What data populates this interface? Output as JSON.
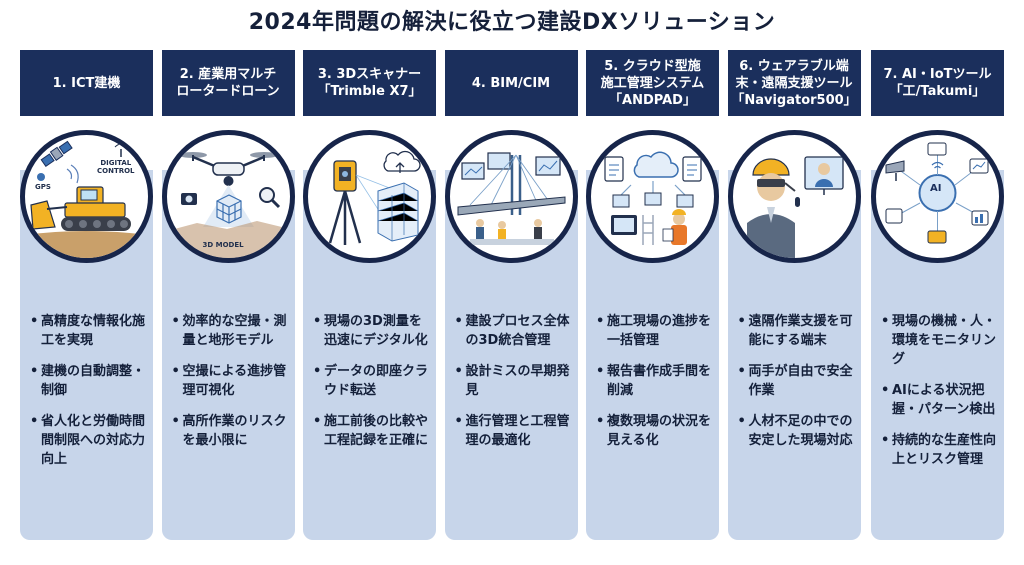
{
  "title": "2024年問題の解決に役立つ建設DXソリューション",
  "columns": [
    {
      "header": "1. ICT建機",
      "icon": "bulldozer-gps-icon",
      "illus_labels": [
        "GPS",
        "DIGITAL\nCONTROL"
      ],
      "bullets": [
        "高精度な情報化施工を実現",
        "建機の自動調整・制御",
        "省人化と労働時間間制限への対応力向上"
      ]
    },
    {
      "header": "2. 産業用マルチ\nロータードローン",
      "icon": "drone-icon",
      "illus_labels": [
        "3D MODEL"
      ],
      "bullets": [
        "効率的な空撮・測量と地形モデル",
        "空撮による進捗管理可視化",
        "高所作業のリスクを最小限に"
      ]
    },
    {
      "header": "3. 3Dスキャナー\n「Trimble X7」",
      "icon": "3d-scanner-icon",
      "illus_labels": [],
      "bullets": [
        "現場の3D測量を迅速にデジタル化",
        "データの即座クラウド転送",
        "施工前後の比較や工程記録を正確に"
      ]
    },
    {
      "header": "4. BIM/CIM",
      "icon": "bim-bridge-icon",
      "illus_labels": [],
      "bullets": [
        "建設プロセス全体の3D統合管理",
        "設計ミスの早期発見",
        "進行管理と工程管理の最適化"
      ]
    },
    {
      "header": "5. クラウド型施\n施工管理システム\n「ANDPAD」",
      "icon": "cloud-management-icon",
      "illus_labels": [],
      "bullets": [
        "施工現場の進捗を一括管理",
        "報告書作成手間を削減",
        "複数現場の状況を見える化"
      ]
    },
    {
      "header": "6. ウェアラブル端\n末・遠隔支援ツール\n「Navigator500」",
      "icon": "wearable-remote-icon",
      "illus_labels": [],
      "bullets": [
        "遠隔作業支援を可能にする端末",
        "両手が自由で安全作業",
        "人材不足の中での安定した現場対応"
      ]
    },
    {
      "header": "7. AI・IoTツール\n「工/Takumi」",
      "icon": "ai-iot-icon",
      "illus_labels": [
        "AI"
      ],
      "bullets": [
        "現場の機械・人・環境をモニタリング",
        "AIによる状況把握・パターン検出",
        "持続的な生産性向上とリスク管理"
      ]
    }
  ],
  "colors": {
    "header_bg": "#1b2f5c",
    "panel_bg": "#c7d5ea",
    "circle_border": "#17254a",
    "accent_yellow": "#f2b224",
    "accent_orange": "#e8782a"
  }
}
